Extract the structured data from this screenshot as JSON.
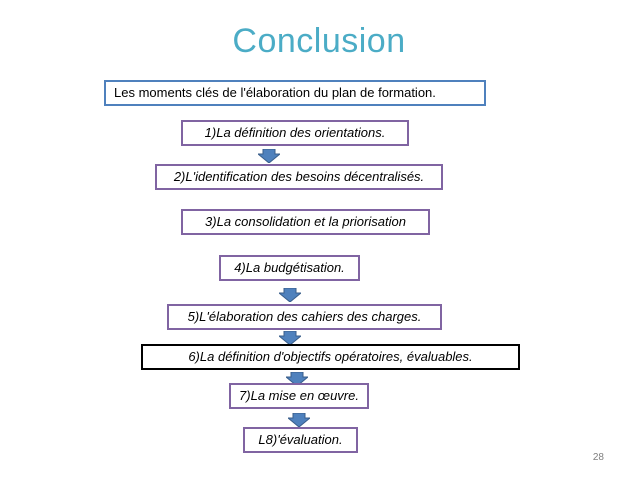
{
  "title": "Conclusion",
  "intro": "Les moments clés de l'élaboration du plan de formation.",
  "steps": [
    "1)La définition des orientations.",
    "2)L'identification des besoins décentralisés.",
    "3)La consolidation et la priorisation",
    "4)La budgétisation.",
    "5)L'élaboration des cahiers des charges.",
    "6)La définition d'objectifs opératoires, évaluables.",
    "7)La mise en œuvre.",
    "L8)'évaluation."
  ],
  "page_number": "28",
  "colors": {
    "title": "#4BACC6",
    "intro_border": "#4F81BD",
    "step_border": "#8064A2",
    "arrow_fill": "#4F81BD"
  }
}
